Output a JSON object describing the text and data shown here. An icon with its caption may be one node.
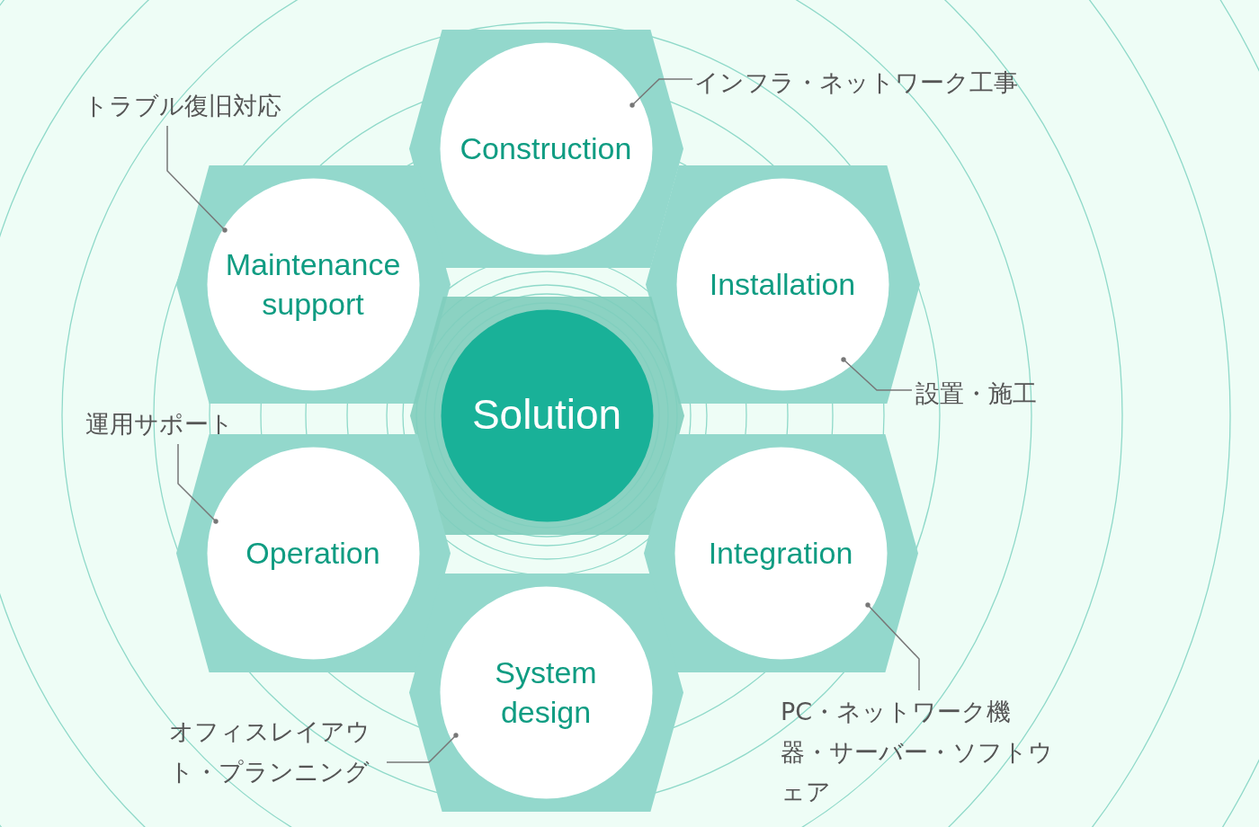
{
  "diagram": {
    "nodes": [
      {
        "text": [
          "インフラ・ネットワーク工事"
        ]
      },
      {
        "text": [
          "トラブル復旧対応"
        ]
      },
      {
        "text": [
          "Construction"
        ]
      },
      {
        "text": [
          "Maintenance support"
        ]
      },
      {
        "text": [
          "Installation"
        ]
      },
      {
        "text": [
          "設置・施工"
        ]
      },
      {
        "text": [
          "Solution"
        ]
      },
      {
        "text": [
          "運用サポート"
        ]
      },
      {
        "text": [
          "Operation"
        ]
      },
      {
        "text": [
          "Integration"
        ]
      },
      {
        "text": [
          "System design"
        ]
      },
      {
        "text": [
          "PC・ネットワーク機器・サーバー・ソフトウェア"
        ]
      },
      {
        "text": [
          "オフィスレイアウト・プランニング"
        ]
      }
    ],
    "edges": [
      {
        "from": 0,
        "to": 2,
        "arrow": "other"
      },
      {
        "from": 1,
        "to": 3,
        "arrow": "other"
      },
      {
        "from": 5,
        "to": 4,
        "arrow": "other"
      },
      {
        "from": 7,
        "to": 8,
        "arrow": "other"
      },
      {
        "from": 11,
        "to": 9,
        "arrow": "other"
      },
      {
        "from": 12,
        "to": 10,
        "arrow": "other"
      }
    ]
  }
}
